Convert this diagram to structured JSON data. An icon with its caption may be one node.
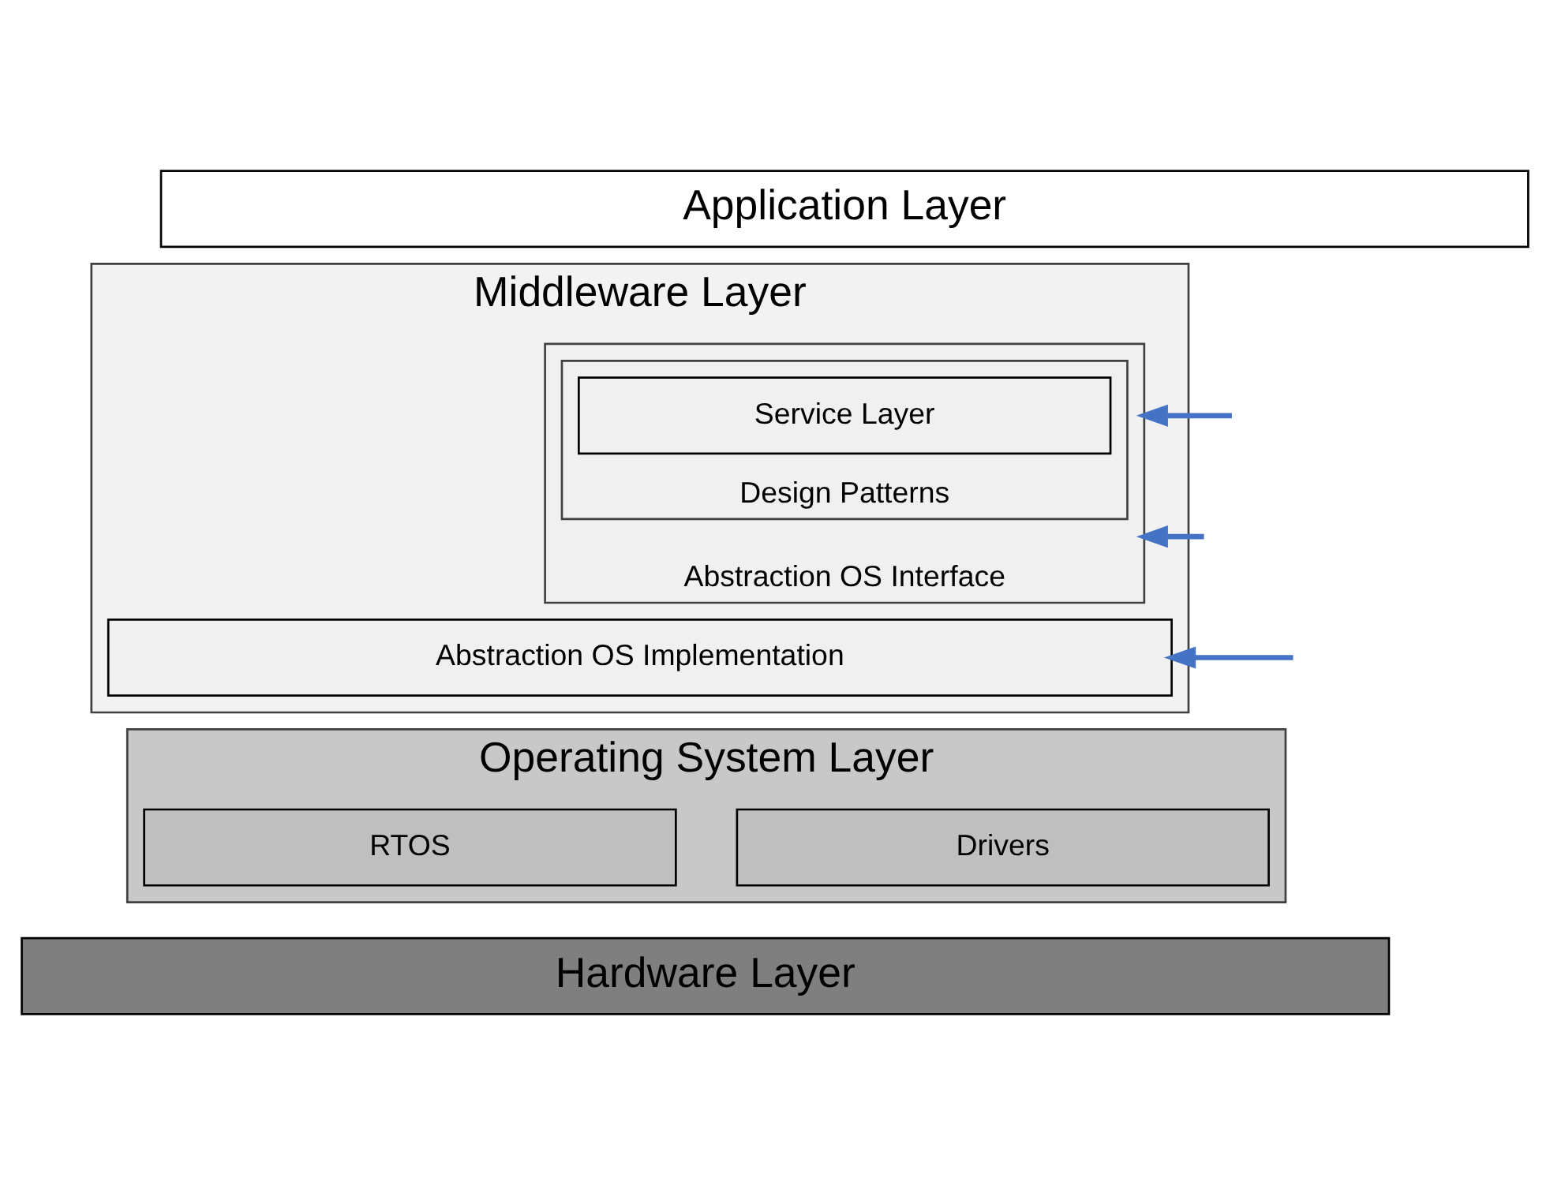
{
  "diagram": {
    "nodes": [
      {
        "text": [
          "Application Layer"
        ]
      },
      {
        "text": [
          "Middleware Layer"
        ]
      },
      {
        "text": [
          "Abstraction OS Interface"
        ],
        "in": 1
      },
      {
        "text": [
          "Design Patterns"
        ],
        "in": 2
      },
      {
        "text": [
          "Service Layer"
        ],
        "in": 3
      },
      {
        "text": [
          "Abstraction OS Implementation"
        ],
        "in": 1
      },
      {
        "text": [
          "Operating System Layer"
        ]
      },
      {
        "text": [
          "RTOS"
        ],
        "in": 6
      },
      {
        "text": [
          "Drivers"
        ],
        "in": 6
      },
      {
        "text": [
          "Hardware Layer"
        ]
      }
    ],
    "edges": [
      {
        "from": null,
        "to": 2,
        "arrow": "to"
      },
      {
        "from": null,
        "to": 2,
        "arrow": "to"
      },
      {
        "from": null,
        "to": 5,
        "arrow": "to"
      }
    ]
  }
}
